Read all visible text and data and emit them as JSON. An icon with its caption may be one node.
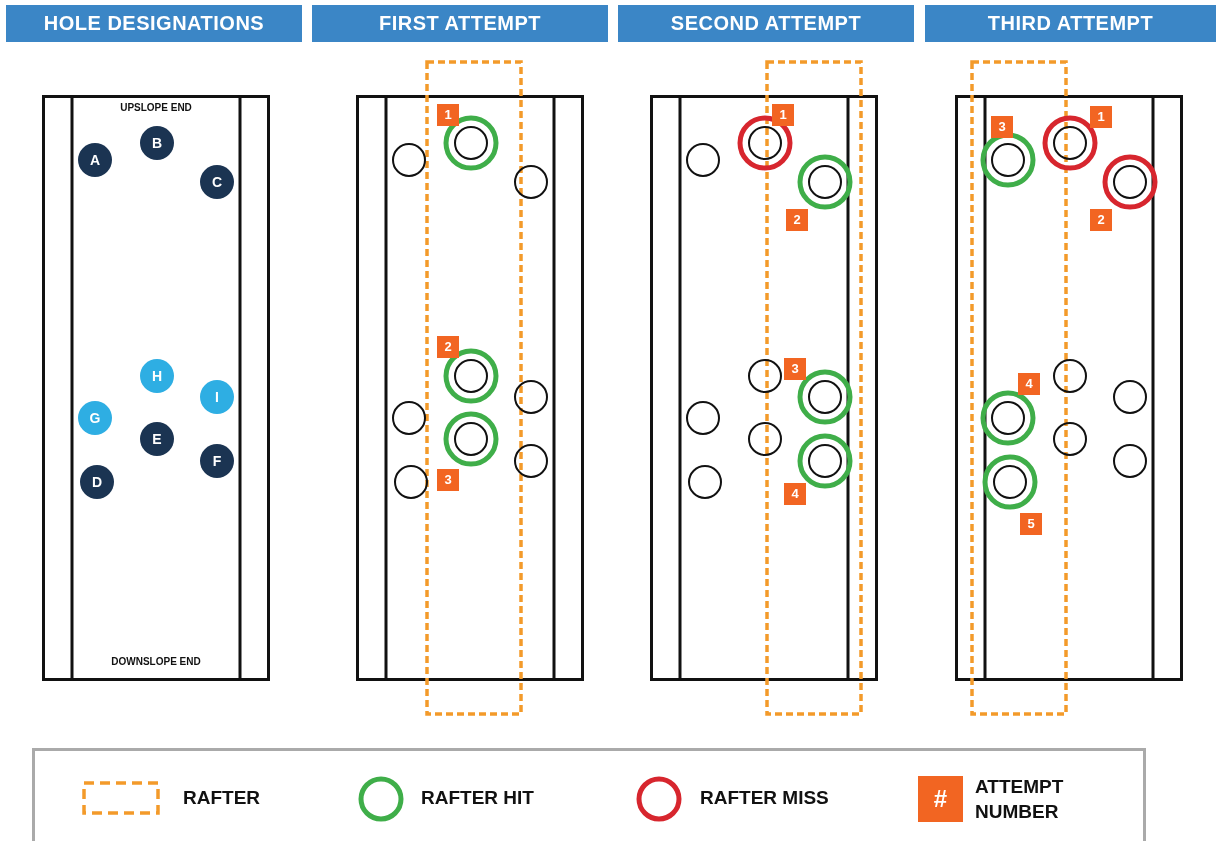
{
  "diagram": {
    "nodes": [
      {
        "text": [
          "HOLE DESIGNATIONS"
        ]
      },
      {
        "text": [
          "B"
        ],
        "in": 0
      },
      {
        "text": [
          "A"
        ],
        "in": 0
      },
      {
        "text": [
          "C"
        ],
        "in": 0
      },
      {
        "text": [
          "H"
        ],
        "in": 0
      },
      {
        "text": [
          "I"
        ],
        "in": 0
      },
      {
        "text": [
          "G"
        ],
        "in": 0
      },
      {
        "text": [
          "E"
        ],
        "in": 0
      },
      {
        "text": [
          "F"
        ],
        "in": 0
      },
      {
        "text": [
          "D"
        ],
        "in": 0
      },
      {
        "text": [
          "FIRST ATTEMPT"
        ]
      },
      {
        "text": [],
        "shape": "circle",
        "in": 10
      },
      {
        "text": [],
        "shape": "circle",
        "in": 10
      },
      {
        "text": [],
        "shape": "circle",
        "in": 10
      },
      {
        "text": [],
        "shape": "circle",
        "in": 10
      },
      {
        "text": [],
        "shape": "circle",
        "in": 10
      },
      {
        "text": [],
        "shape": "circle",
        "in": 10
      },
      {
        "text": [],
        "shape": "circle",
        "in": 10
      },
      {
        "text": [],
        "shape": "circle",
        "in": 10
      },
      {
        "text": [],
        "shape": "circle",
        "in": 10
      },
      {
        "text": [
          "1"
        ],
        "in": 10
      },
      {
        "text": [
          "2"
        ],
        "in": 10
      },
      {
        "text": [
          "3"
        ],
        "in": 10
      },
      {
        "text": [
          "SECOND ATTEMPT"
        ]
      },
      {
        "text": [],
        "shape": "circle",
        "in": 23
      },
      {
        "text": [],
        "shape": "circle",
        "in": 23
      },
      {
        "text": [],
        "shape": "circle",
        "in": 23
      },
      {
        "text": [],
        "shape": "circle",
        "in": 23
      },
      {
        "text": [],
        "shape": "circle",
        "in": 23
      },
      {
        "text": [],
        "shape": "circle",
        "in": 23
      },
      {
        "text": [],
        "shape": "circle",
        "in": 23
      },
      {
        "text": [],
        "shape": "circle",
        "in": 23
      },
      {
        "text": [],
        "shape": "circle",
        "in": 23
      },
      {
        "text": [
          "1"
        ],
        "in": 23
      },
      {
        "text": [
          "2"
        ],
        "in": 23
      },
      {
        "text": [
          "3"
        ],
        "in": 23
      },
      {
        "text": [
          "4"
        ],
        "in": 23
      },
      {
        "text": [
          "THIRD ATTEMPT"
        ]
      },
      {
        "text": [],
        "shape": "circle",
        "in": 37
      },
      {
        "text": [],
        "shape": "circle",
        "in": 37
      },
      {
        "text": [],
        "shape": "circle",
        "in": 37
      },
      {
        "text": [],
        "shape": "circle",
        "in": 37
      },
      {
        "text": [],
        "shape": "circle",
        "in": 37
      },
      {
        "text": [],
        "shape": "circle",
        "in": 37
      },
      {
        "text": [],
        "shape": "circle",
        "in": 37
      },
      {
        "text": [],
        "shape": "circle",
        "in": 37
      },
      {
        "text": [],
        "shape": "circle",
        "in": 37
      },
      {
        "text": [
          "1"
        ],
        "in": 37
      },
      {
        "text": [
          "3"
        ],
        "in": 37
      },
      {
        "text": [
          "2"
        ],
        "in": 37
      },
      {
        "text": [
          "4"
        ],
        "in": 37
      },
      {
        "text": [
          "5"
        ],
        "in": 37
      }
    ],
    "labels": [
      "UPSLOPE END",
      "DOWNSLOPE END",
      "#"
    ],
    "legend": [
      {
        "text": "RAFTER"
      },
      {
        "text": "RAFTER HIT"
      },
      {
        "text": "RAFTER MISS"
      },
      {
        "text": "ATTEMPT NUMBER",
        "color": "#f26522"
      }
    ]
  }
}
